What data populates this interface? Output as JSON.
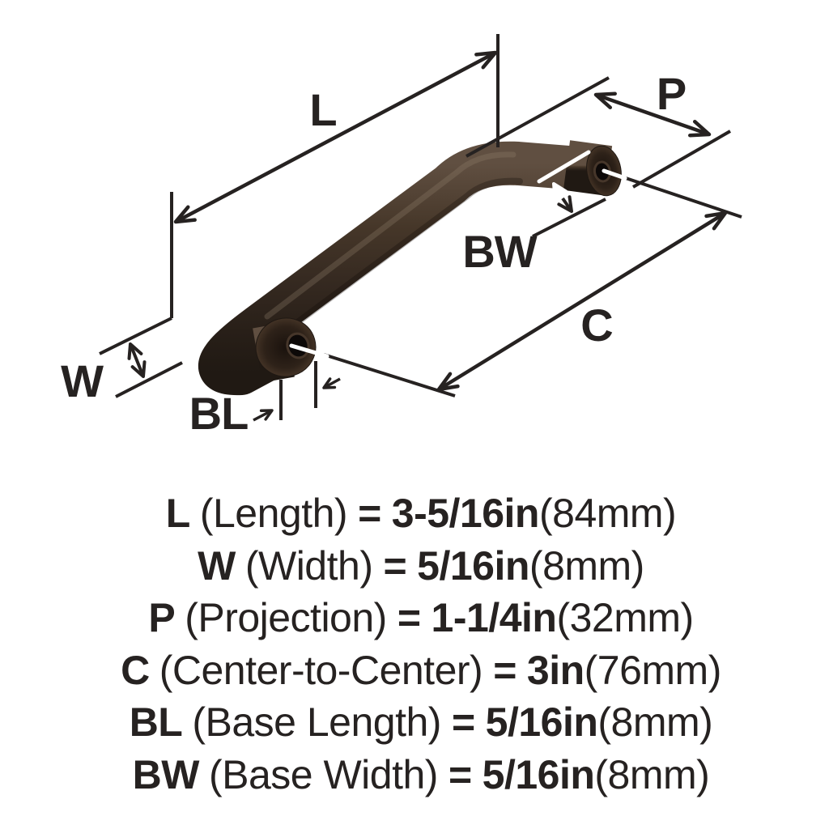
{
  "diagram": {
    "labels": {
      "L": "L",
      "P": "P",
      "BW": "BW",
      "C": "C",
      "W": "W",
      "BL": "BL"
    },
    "line_color": "#262221",
    "handle_body_color": "#3c2f27",
    "handle_hole_color": "#0d0908",
    "callout_white": "#ffffff"
  },
  "specs": [
    {
      "abbr": "L",
      "name": "(Length)",
      "eq": "=",
      "value": "3-5/16in",
      "metric": "(84mm)"
    },
    {
      "abbr": "W",
      "name": "(Width)",
      "eq": "=",
      "value": "5/16in",
      "metric": "(8mm)"
    },
    {
      "abbr": "P",
      "name": "(Projection)",
      "eq": "=",
      "value": "1-1/4in",
      "metric": "(32mm)"
    },
    {
      "abbr": "C",
      "name": "(Center-to-Center)",
      "eq": "=",
      "value": "3in",
      "metric": "(76mm)"
    },
    {
      "abbr": "BL",
      "name": "(Base Length)",
      "eq": "=",
      "value": "5/16in",
      "metric": "(8mm)"
    },
    {
      "abbr": "BW",
      "name": "(Base Width)",
      "eq": "=",
      "value": "5/16in",
      "metric": "(8mm)"
    }
  ]
}
